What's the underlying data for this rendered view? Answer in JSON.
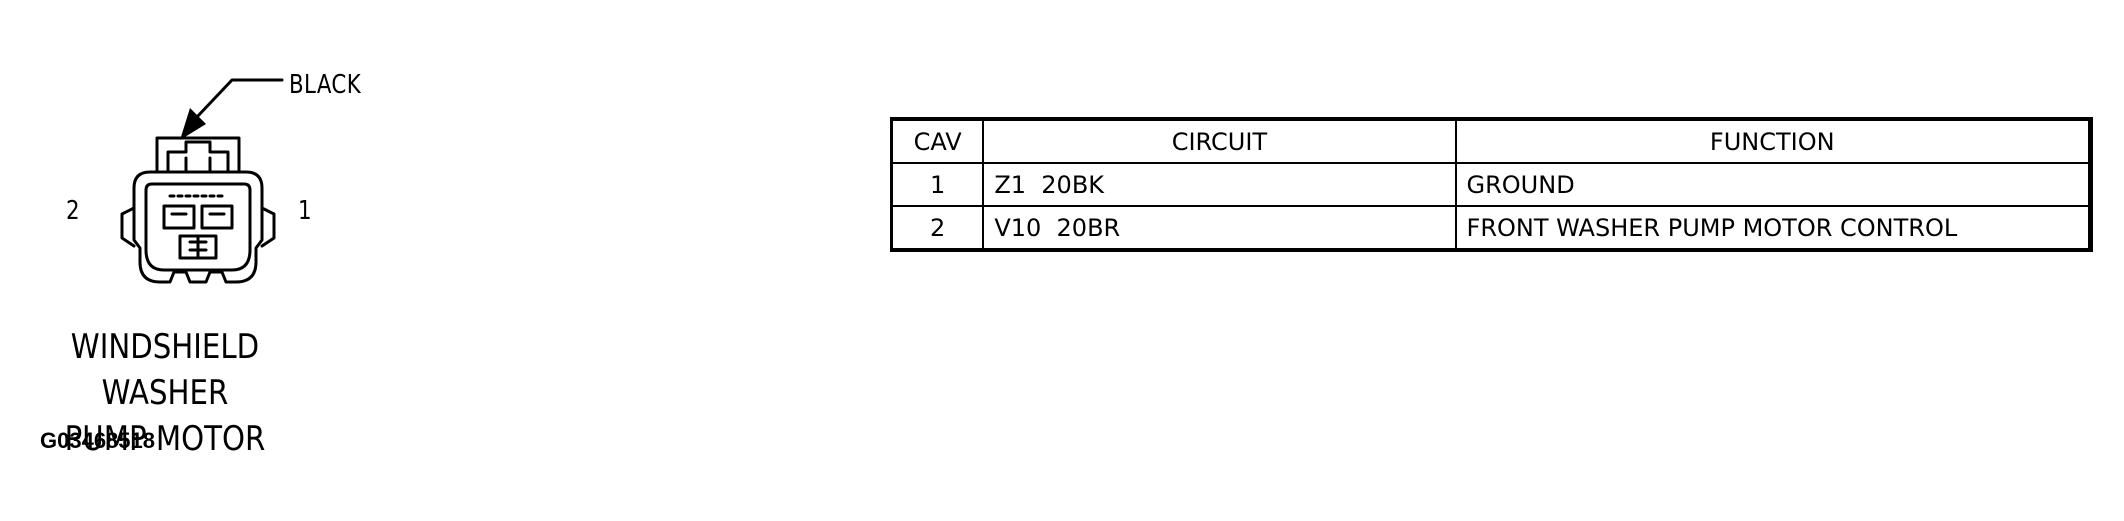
{
  "diagram": {
    "wire_color_label": "BLACK",
    "pin_labels": {
      "left": "2",
      "right": "1"
    },
    "component_name_line1": "WINDSHIELD WASHER",
    "component_name_line2": "PUMP MOTOR",
    "figure_id": "G03468518"
  },
  "pinout_table": {
    "headers": {
      "cav": "CAV",
      "circuit": "CIRCUIT",
      "function": "FUNCTION"
    },
    "rows": [
      {
        "cav": "1",
        "circuit": "Z1  20BK",
        "function": "GROUND"
      },
      {
        "cav": "2",
        "circuit": "V10  20BR",
        "function": "FRONT WASHER PUMP MOTOR CONTROL"
      }
    ]
  }
}
